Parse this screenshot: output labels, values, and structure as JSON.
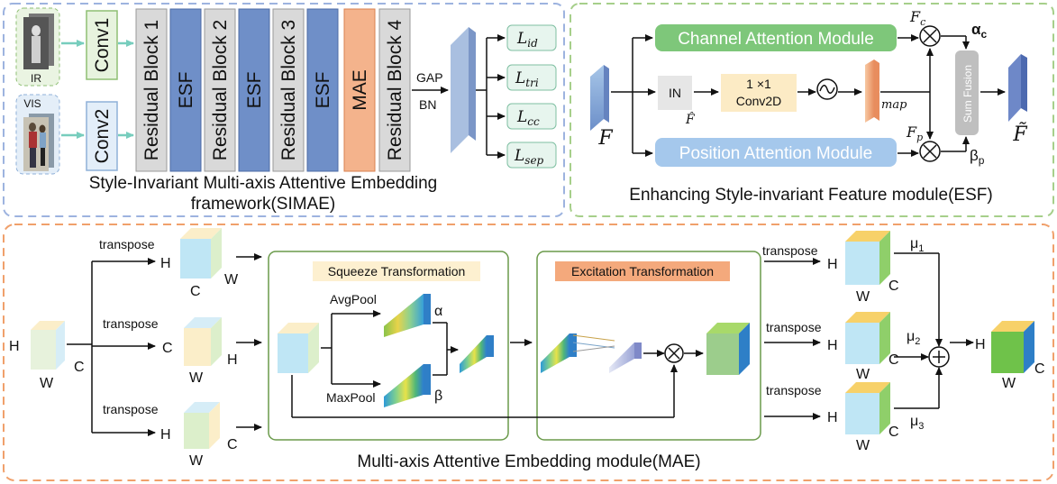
{
  "simae": {
    "ir_label": "IR",
    "vis_label": "VIS",
    "conv1": "Conv1",
    "conv2": "Conv2",
    "rb1": "Residual Block 1",
    "esf1": "ESF",
    "rb2": "Residual Block 2",
    "esf2": "ESF",
    "rb3": "Residual Block 3",
    "esf3": "ESF",
    "mae": "MAE",
    "rb4": "Residual Block 4",
    "gap": "GAP",
    "bn": "BN",
    "loss_id": "L",
    "loss_id_sub": "id",
    "loss_tri": "L",
    "loss_tri_sub": "tri",
    "loss_cc": "L",
    "loss_cc_sub": "cc",
    "loss_sep": "L",
    "loss_sep_sub": "sep",
    "caption_line1": "Style-Invariant Multi-axis Attentive Embedding",
    "caption_line2": "framework(SIMAE)"
  },
  "esf": {
    "channel_module": "Channel Attention Module",
    "position_module": "Position Attention Module",
    "in_label": "IN",
    "f_hat": "F̂",
    "conv_line1": "1 ×1",
    "conv_line2": "Conv2D",
    "map_label": "map",
    "fc_label": "F",
    "fc_sub": "c",
    "fp_label": "F",
    "fp_sub": "p",
    "alpha_label": "α",
    "alpha_sub": "c",
    "beta_label": "β",
    "beta_sub": "p",
    "sum_fusion": "Sum Fusion",
    "f_input": "F",
    "f_output": "F̃",
    "caption": "Enhancing Style-invariant Feature module(ESF)"
  },
  "mae": {
    "transpose_top": "transpose",
    "transpose_mid": "transpose",
    "transpose_bot": "transpose",
    "in_h": "H",
    "in_w": "W",
    "in_c": "C",
    "top_h": "H",
    "top_c": "C",
    "top_w": "W",
    "mid_c": "C",
    "mid_w": "W",
    "mid_h": "H",
    "bot_h": "H",
    "bot_w": "W",
    "bot_c": "C",
    "squeeze_title": "Squeeze Transformation",
    "excitation_title": "Excitation Transformation",
    "avgpool": "AvgPool",
    "maxpool": "MaxPool",
    "alpha": "α",
    "beta": "β",
    "out_transpose_top": "transpose",
    "out_transpose_mid": "transpose",
    "out_transpose_bot": "transpose",
    "out_top_h": "H",
    "out_top_w": "W",
    "out_top_c": "C",
    "out_mid_h": "H",
    "out_mid_w": "W",
    "out_mid_c": "C",
    "out_bot_h": "H",
    "out_bot_w": "W",
    "out_bot_c": "C",
    "mu1": "μ",
    "mu1_sub": "1",
    "mu2": "μ",
    "mu2_sub": "2",
    "mu3": "μ",
    "mu3_sub": "3",
    "final_h": "H",
    "final_w": "W",
    "final_c": "C",
    "caption": "Multi-axis Attentive Embedding module(MAE)"
  }
}
